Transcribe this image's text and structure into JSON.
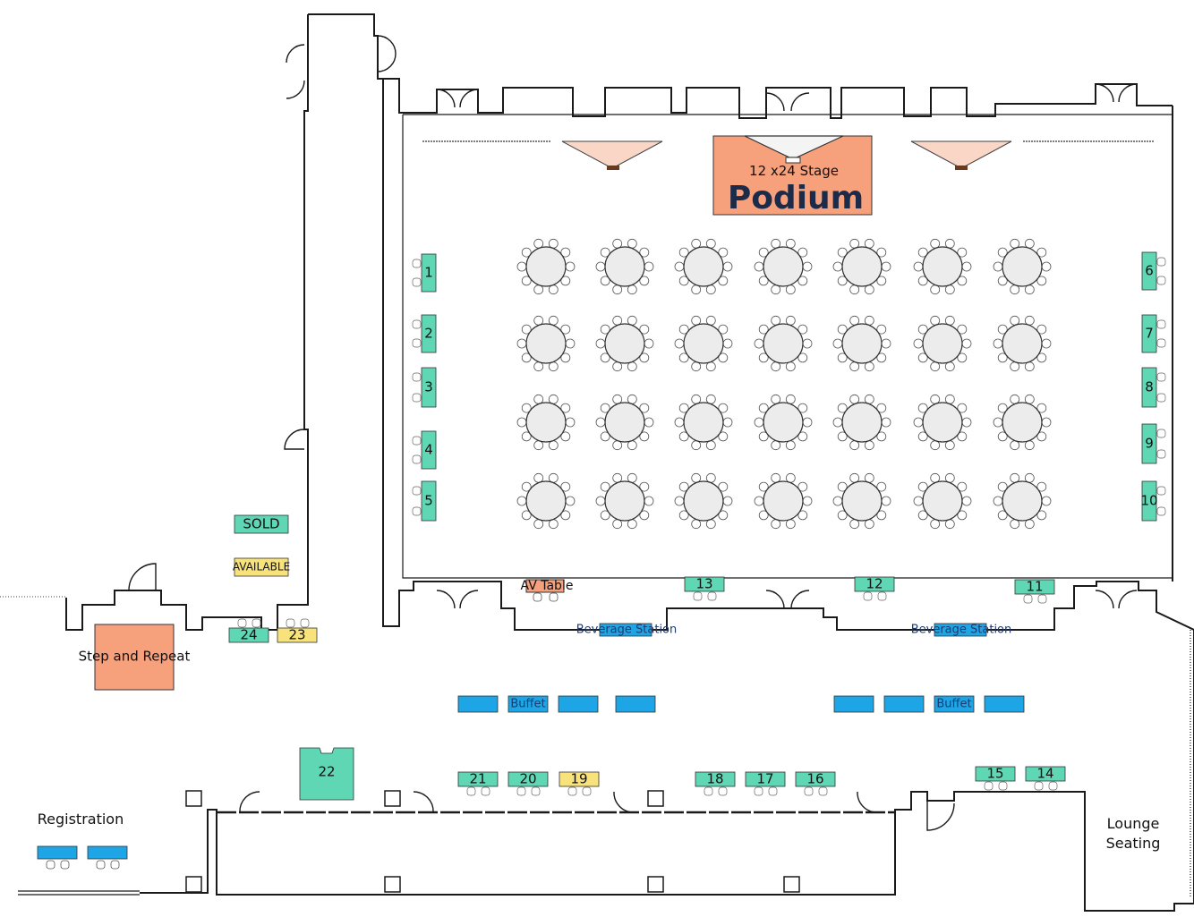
{
  "colors": {
    "sold": "#5fd6b4",
    "available": "#f7e27c",
    "service": "#1ea5e6",
    "stage": "#f7a07c",
    "speaker": "#f9d6c6",
    "table_fill": "#ececec"
  },
  "labels": {
    "stage_size": "12 x24 Stage",
    "podium": "Podium",
    "av_table": "AV Table",
    "beverage_left": "Beverage Station",
    "beverage_right": "Beverage Station",
    "buffet_left": "Buffet",
    "buffet_right": "Buffet",
    "step_repeat": "Step and Repeat",
    "registration": "Registration",
    "lounge_line1": "Lounge",
    "lounge_line2": "Seating",
    "legend_sold": "SOLD",
    "legend_available": "AVAILABLE"
  },
  "booths": [
    {
      "id": "1",
      "status": "sold"
    },
    {
      "id": "2",
      "status": "sold"
    },
    {
      "id": "3",
      "status": "sold"
    },
    {
      "id": "4",
      "status": "sold"
    },
    {
      "id": "5",
      "status": "sold"
    },
    {
      "id": "6",
      "status": "sold"
    },
    {
      "id": "7",
      "status": "sold"
    },
    {
      "id": "8",
      "status": "sold"
    },
    {
      "id": "9",
      "status": "sold"
    },
    {
      "id": "10",
      "status": "sold"
    },
    {
      "id": "11",
      "status": "sold"
    },
    {
      "id": "12",
      "status": "sold"
    },
    {
      "id": "13",
      "status": "sold"
    },
    {
      "id": "14",
      "status": "sold"
    },
    {
      "id": "15",
      "status": "sold"
    },
    {
      "id": "16",
      "status": "sold"
    },
    {
      "id": "17",
      "status": "sold"
    },
    {
      "id": "18",
      "status": "sold"
    },
    {
      "id": "19",
      "status": "available"
    },
    {
      "id": "20",
      "status": "sold"
    },
    {
      "id": "21",
      "status": "sold"
    },
    {
      "id": "22",
      "status": "sold"
    },
    {
      "id": "23",
      "status": "available"
    },
    {
      "id": "24",
      "status": "sold"
    }
  ],
  "seating": {
    "rows": 4,
    "cols": 7
  }
}
